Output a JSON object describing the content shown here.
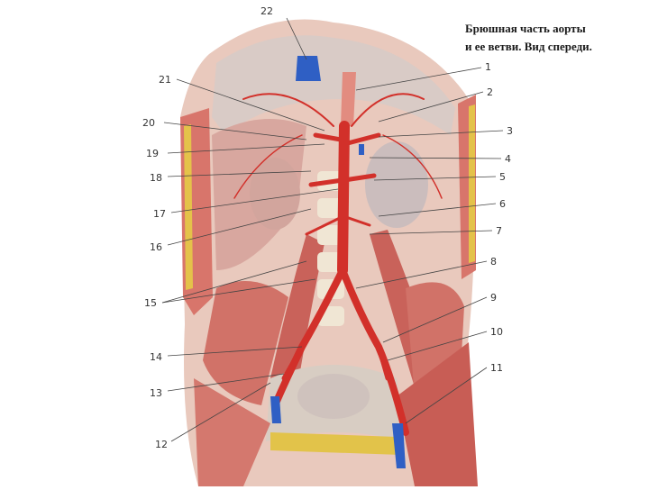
{
  "caption": {
    "line1": "Брюшная часть аорты",
    "line2": "и ее ветви. Вид спереди."
  },
  "labels": {
    "n1": "1",
    "n2": "2",
    "n3": "3",
    "n4": "4",
    "n5": "5",
    "n6": "6",
    "n7": "7",
    "n8": "8",
    "n9": "9",
    "n10": "10",
    "n11": "11",
    "n12": "12",
    "n13": "13",
    "n14": "14",
    "n15": "15",
    "n16": "16",
    "n17": "17",
    "n18": "18",
    "n19": "19",
    "n20": "20",
    "n21": "21",
    "n22": "22"
  },
  "colors": {
    "artery": "#d2302a",
    "vein": "#2f5fc4",
    "muscle": "#c9625a",
    "muscle_light": "#e3a39a",
    "tissue": "#e8d2c8",
    "fat": "#e2c34a",
    "organ": "#cfc6c2",
    "bone": "#f0ebe0"
  }
}
